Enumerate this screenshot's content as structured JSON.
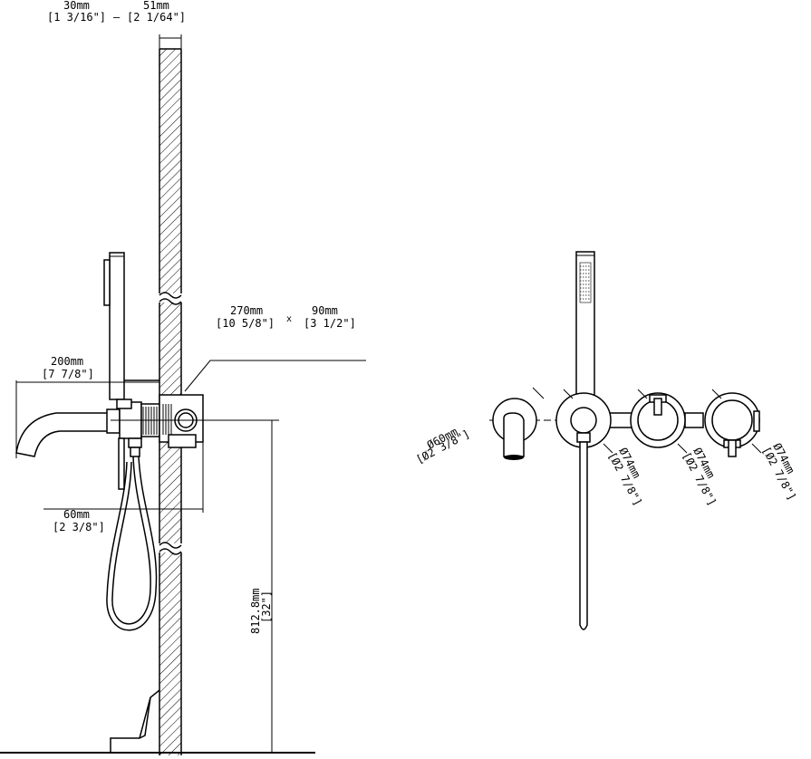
{
  "dimensions": {
    "wall_left": {
      "mm": "30mm",
      "in": "[1 3/16\"]"
    },
    "wall_right": {
      "mm": "51mm",
      "in": "[2 1/64\"]"
    },
    "plate": {
      "w_mm": "270mm",
      "w_in": "[10 5/8\"]",
      "sep": "x",
      "h_mm": "90mm",
      "h_in": "[3 1/2\"]"
    },
    "spout_reach": {
      "mm": "200mm",
      "in": "[7 7/8\"]"
    },
    "projection": {
      "mm": "60mm",
      "in": "[2 3/8\"]"
    },
    "height": {
      "mm": "812.8mm",
      "in": "[32\"]"
    }
  },
  "front_view": {
    "spout_rose": {
      "mm": "Ø60mm",
      "in": "[Ø2 3/8\"]"
    },
    "rose_1": {
      "mm": "Ø74mm",
      "in": "[Ø2 7/8\"]"
    },
    "rose_2": {
      "mm": "Ø74mm",
      "in": "[Ø2 7/8\"]"
    },
    "rose_3": {
      "mm": "Ø74mm",
      "in": "[Ø2 7/8\"]"
    }
  },
  "colors": {
    "line": "#000000",
    "background": "#ffffff"
  }
}
